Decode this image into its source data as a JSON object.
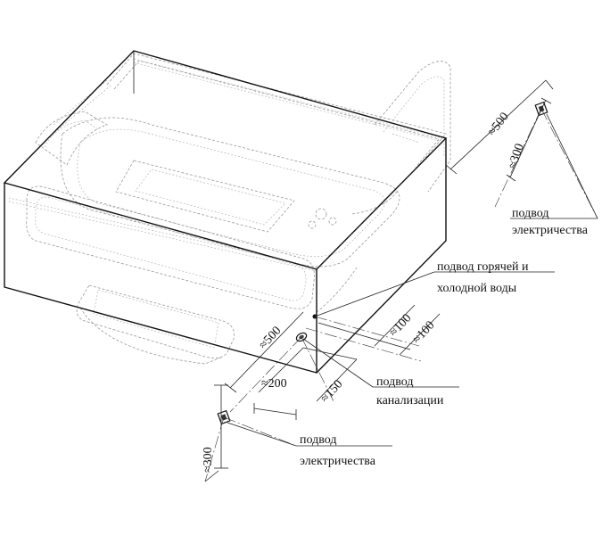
{
  "labels": {
    "electric_right": [
      "подвод",
      "электричества"
    ],
    "water": [
      "подвод горячей и",
      "холодной воды"
    ],
    "drain": [
      "подвод",
      "канализации"
    ],
    "electric_left": [
      "подвод",
      "электричества"
    ]
  },
  "dimensions": {
    "top_right_500": "≈500",
    "top_right_300": "≈300",
    "water_100_a": "≈100",
    "water_100_b": "≈100",
    "front_500": "≈500",
    "front_200": "≈200",
    "front_150": "≈150",
    "left_300": "≈300"
  },
  "colors": {
    "ink": "#111111",
    "hidden_lines": "#9a9a9a"
  }
}
